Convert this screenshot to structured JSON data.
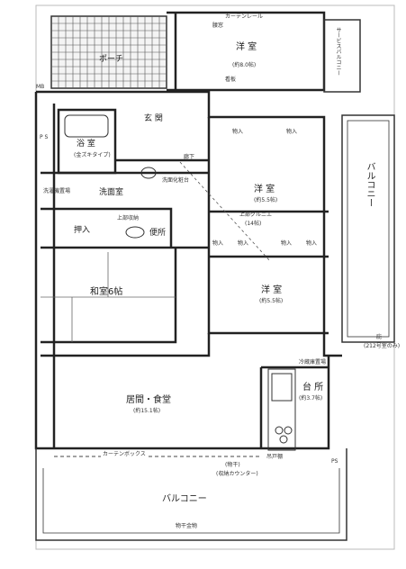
{
  "rooms": {
    "western_top": {
      "name": "洋 室",
      "size": "(約8.0帖)"
    },
    "western_mid": {
      "name": "洋 室",
      "size": "(約5.5帖)"
    },
    "western_low": {
      "name": "洋 室",
      "size": "(約5.5帖)"
    },
    "japanese": {
      "name": "和室6帖"
    },
    "living": {
      "name": "居間・食堂",
      "size": "(約15.1帖)"
    },
    "kitchen": {
      "name": "台 所",
      "size": "(約3.7帖)"
    },
    "bath": {
      "name": "浴 室",
      "sub": "(金ズキタイプ)"
    },
    "washroom": {
      "name": "洗面室"
    },
    "toilet": {
      "name": "便所"
    },
    "entrance": {
      "name": "玄 関"
    },
    "porch": {
      "name": "ポーチ"
    },
    "hallway": {
      "name": "廊下"
    },
    "closet_oshiire": {
      "name": "押入"
    }
  },
  "labels": {
    "balcony_right": "バルコニー",
    "balcony_bottom": "バルコニー",
    "service_balcony": "サービスバルコニー",
    "curtain_box": "カーテンボックス",
    "curtain_rail": "カーテンレール",
    "mb": "MB",
    "ps_left": "P S",
    "ps_bottom": "PS",
    "storage": "物入",
    "loft_line": "上部グルニエ",
    "loft_size": "(14帖)",
    "drying_rack": "物干金物",
    "eaves": "庇",
    "eaves_note": "(212号室のみ)",
    "counter": "(収納カウンター)",
    "shelf": "(物干)",
    "washing_machine": "洗濯機置場",
    "fridge": "冷蔵庫置場",
    "sign_top": "看板",
    "vanity": "洗面化粧台",
    "upper_storage": "上部収納",
    "sash": "腰窓",
    "cabinet": "吊戸棚"
  }
}
